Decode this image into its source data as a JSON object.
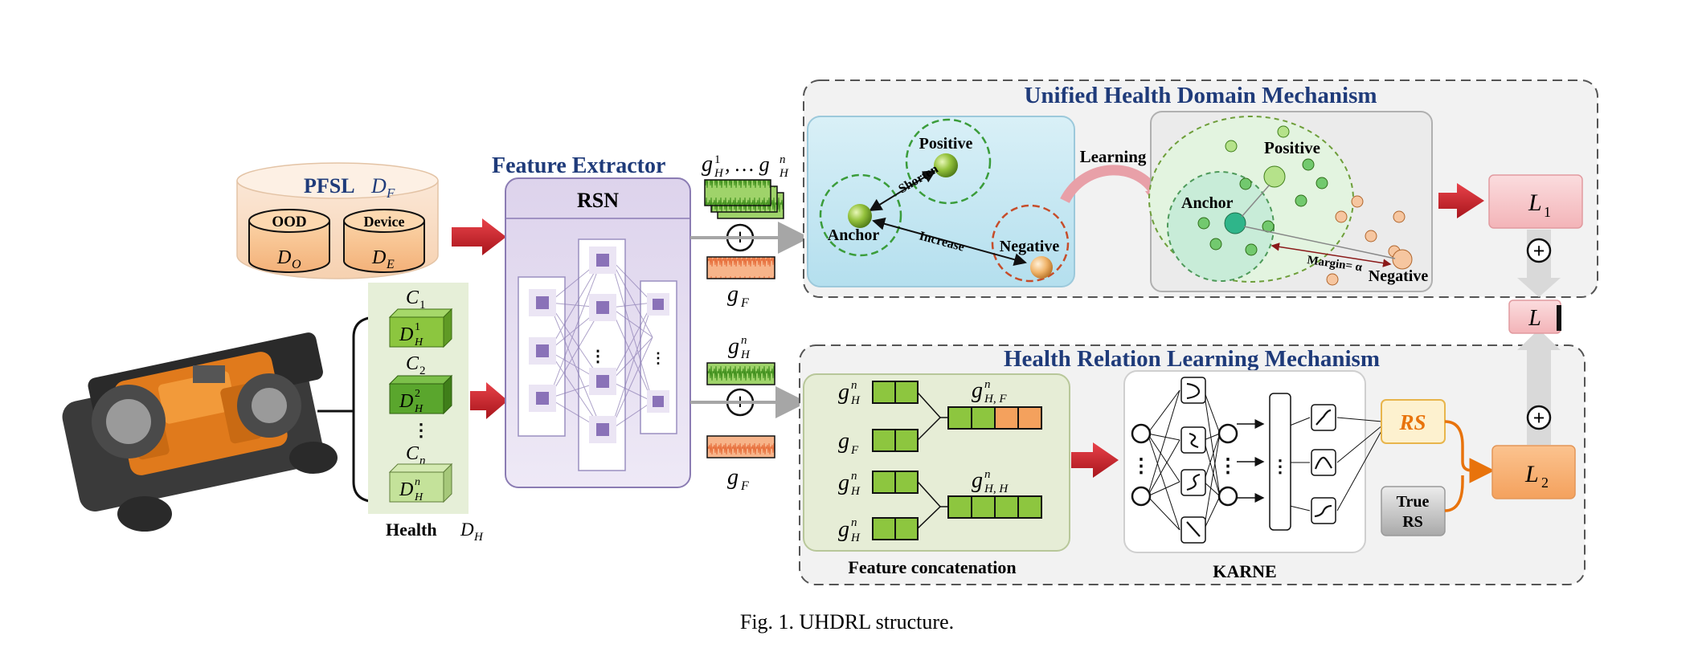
{
  "datasets": {
    "pfsl_title": "PFSL",
    "pfsl_symbol": "D",
    "pfsl_sub": "F",
    "ood_label": "OOD",
    "ood_symbol": "D",
    "ood_sub": "O",
    "device_label": "Device",
    "device_symbol": "D",
    "device_sub": "E",
    "health_label": "Health",
    "health_symbol": "D",
    "health_sub": "H",
    "classes": [
      {
        "c": "C",
        "c_sub": "1",
        "d": "D",
        "d_sup": "1",
        "d_sub": "H"
      },
      {
        "c": "C",
        "c_sub": "2",
        "d": "D",
        "d_sup": "2",
        "d_sub": "H"
      },
      {
        "c": "C",
        "c_sub": "n",
        "d": "D",
        "d_sup": "n",
        "d_sub": "H"
      }
    ],
    "ellipsis": "⋮"
  },
  "extractor": {
    "title": "Feature Extractor",
    "rsn_label": "RSN"
  },
  "features": {
    "g_h_list": "g",
    "g_h_sup1": "1",
    "g_h_sub": "H",
    "g_h_dots": ", … g",
    "g_h_supn": "n",
    "g_f": "g",
    "g_f_sub": "F",
    "g_hn": "g",
    "g_hn_sup": "n",
    "g_hn_sub": "H",
    "plus": "+"
  },
  "uhdm": {
    "title": "Unified Health Domain Mechanism",
    "positive": "Positive",
    "anchor": "Anchor",
    "negative": "Negative",
    "shorten": "Shorten",
    "increase": "Increase",
    "learning": "Learning",
    "margin": "Margin= α"
  },
  "hrlm": {
    "title": "Health Relation Learning Mechanism",
    "concat_label": "Feature concatenation",
    "g_hf": "g",
    "g_hf_sup": "n",
    "g_hf_sub": "H, F",
    "g_hh": "g",
    "g_hh_sup": "n",
    "g_hh_sub": "H, H",
    "karne_label": "KARNE",
    "rs": "RS",
    "true_rs_line1": "True",
    "true_rs_line2": "RS"
  },
  "losses": {
    "l1": "L",
    "l1_sub": "1",
    "l": "L",
    "l2": "L",
    "l2_sub": "2"
  },
  "caption": "Fig. 1. UHDRL structure.",
  "colors": {
    "navy_title": "#1f3b7a",
    "green_feature": "#8dc63f",
    "orange_feature": "#f4a15d",
    "red_arrow": "#c0262c",
    "rs_orange": "#e8730c"
  }
}
